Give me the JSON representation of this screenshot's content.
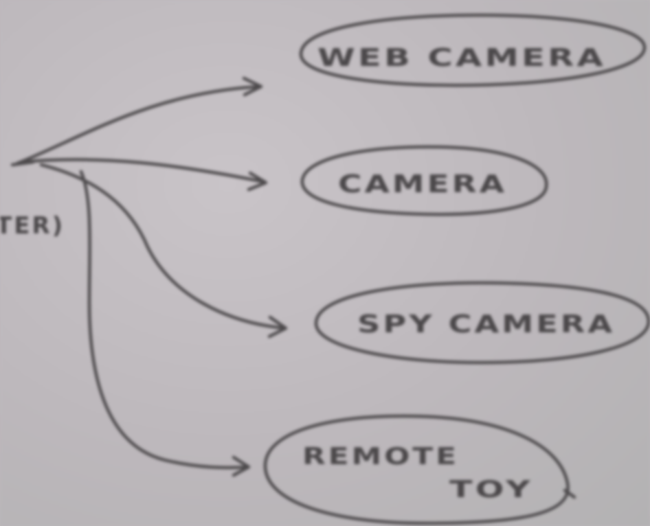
{
  "diagram": {
    "center_label_fragment": "TER)",
    "nodes": [
      {
        "id": "web-camera",
        "label": "WEB CAMERA"
      },
      {
        "id": "camera",
        "label": "CAMERA"
      },
      {
        "id": "spy-camera",
        "label": "SPY CAMERA"
      },
      {
        "id": "remote-toy",
        "label_line1": "REMOTE",
        "label_line2": "TOY"
      }
    ],
    "colors": {
      "paper": "#bdb7bb",
      "ink": "#4d4a4c"
    }
  }
}
